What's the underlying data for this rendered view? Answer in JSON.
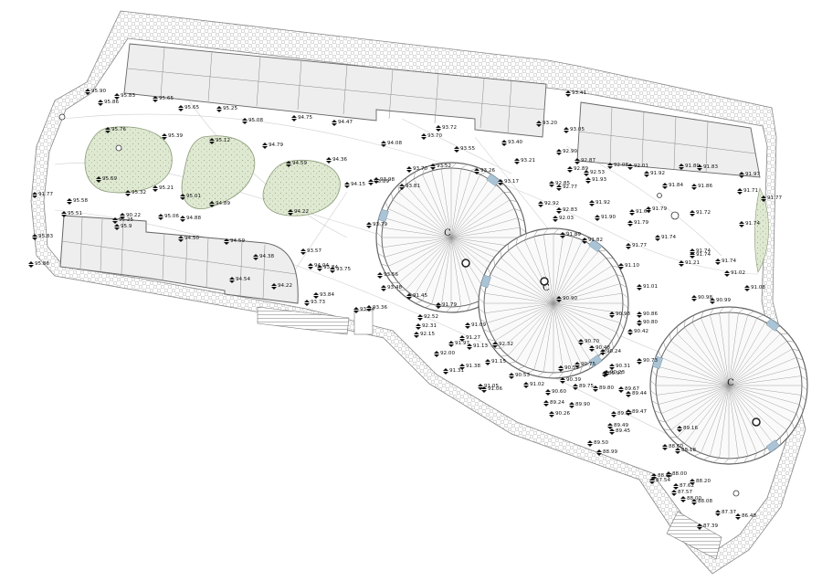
{
  "plan": {
    "colors": {
      "line": "#7a7a7a",
      "hatch": "#b8b8b8",
      "green": "#dfe9d2",
      "glass": "#eeeeee",
      "accent": "#aac4d6"
    },
    "circle_labels": [
      "C",
      "C",
      "C"
    ],
    "levels": [
      {
        "t": "95.90"
      },
      {
        "t": "95.86"
      },
      {
        "t": "95.83"
      },
      {
        "t": "95.65"
      },
      {
        "t": "95.65"
      },
      {
        "t": "95.25"
      },
      {
        "t": "95.08"
      },
      {
        "t": "94.75"
      },
      {
        "t": "94.47"
      },
      {
        "t": "93.72"
      },
      {
        "t": "93.20"
      },
      {
        "t": "93.05"
      },
      {
        "t": "93.41"
      },
      {
        "t": "95.76"
      },
      {
        "t": "95.39"
      },
      {
        "t": "95.12"
      },
      {
        "t": "94.79"
      },
      {
        "t": "94.08"
      },
      {
        "t": "93.70"
      },
      {
        "t": "93.55"
      },
      {
        "t": "93.40"
      },
      {
        "t": "92.90"
      },
      {
        "t": "92.87"
      },
      {
        "t": "92.89"
      },
      {
        "t": "92.53"
      },
      {
        "t": "93.21"
      },
      {
        "t": "92.08"
      },
      {
        "t": "92.01"
      },
      {
        "t": "91.92"
      },
      {
        "t": "91.80"
      },
      {
        "t": "91.83"
      },
      {
        "t": "91.97"
      },
      {
        "t": "94.59"
      },
      {
        "t": "94.36"
      },
      {
        "t": "93.89"
      },
      {
        "t": "93.70"
      },
      {
        "t": "93.52"
      },
      {
        "t": "93.26"
      },
      {
        "t": "93.17"
      },
      {
        "t": "92.85"
      },
      {
        "t": "92.77"
      },
      {
        "t": "91.93"
      },
      {
        "t": "91.84"
      },
      {
        "t": "91.86"
      },
      {
        "t": "91.71"
      },
      {
        "t": "91.77"
      },
      {
        "t": "95.69"
      },
      {
        "t": "95.32"
      },
      {
        "t": "95.21"
      },
      {
        "t": "95.01"
      },
      {
        "t": "94.89"
      },
      {
        "t": "94.15"
      },
      {
        "t": "93.98"
      },
      {
        "t": "93.81"
      },
      {
        "t": "92.92"
      },
      {
        "t": "92.83"
      },
      {
        "t": "91.92"
      },
      {
        "t": "91.64"
      },
      {
        "t": "91.79"
      },
      {
        "t": "91.72"
      },
      {
        "t": "91.74"
      },
      {
        "t": "95.58"
      },
      {
        "t": "95.51"
      },
      {
        "t": "90.22"
      },
      {
        "t": "95.25"
      },
      {
        "t": "95.9"
      },
      {
        "t": "95.06"
      },
      {
        "t": "94.88"
      },
      {
        "t": "94.22"
      },
      {
        "t": "93.79"
      },
      {
        "t": "92.03"
      },
      {
        "t": "91.90"
      },
      {
        "t": "91.79"
      },
      {
        "t": "91.74"
      },
      {
        "t": "91.74"
      },
      {
        "t": "95.83"
      },
      {
        "t": "94.50"
      },
      {
        "t": "94.59"
      },
      {
        "t": "94.38"
      },
      {
        "t": "93.57"
      },
      {
        "t": "91.89"
      },
      {
        "t": "91.82"
      },
      {
        "t": "91.77"
      },
      {
        "t": "91.21"
      },
      {
        "t": "91.74"
      },
      {
        "t": "91.74"
      },
      {
        "t": "91.10"
      },
      {
        "t": "91.02"
      },
      {
        "t": "91.08"
      },
      {
        "t": "95.86"
      },
      {
        "t": "94.54"
      },
      {
        "t": "94.22"
      },
      {
        "t": "94.04"
      },
      {
        "t": "93.84"
      },
      {
        "t": "93.75"
      },
      {
        "t": "93.56"
      },
      {
        "t": "91.01"
      },
      {
        "t": "90.98"
      },
      {
        "t": "90.99"
      },
      {
        "t": "90.98"
      },
      {
        "t": "93.84"
      },
      {
        "t": "93.73"
      },
      {
        "t": "93.44"
      },
      {
        "t": "93.36"
      },
      {
        "t": "92.52"
      },
      {
        "t": "92.31"
      },
      {
        "t": "92.15"
      },
      {
        "t": "91.97"
      },
      {
        "t": "90.86"
      },
      {
        "t": "90.80"
      },
      {
        "t": "93.48"
      },
      {
        "t": "91.45"
      },
      {
        "t": "91.79"
      },
      {
        "t": "91.09"
      },
      {
        "t": "91.27"
      },
      {
        "t": "91.13"
      },
      {
        "t": "92.32"
      },
      {
        "t": "92.00"
      },
      {
        "t": "91.15"
      },
      {
        "t": "91.38"
      },
      {
        "t": "91.05"
      },
      {
        "t": "91.02"
      },
      {
        "t": "90.53"
      },
      {
        "t": "90.39"
      },
      {
        "t": "90.24"
      },
      {
        "t": "90.42"
      },
      {
        "t": "90.31"
      },
      {
        "t": "90.23"
      },
      {
        "t": "90.55"
      },
      {
        "t": "90.48"
      },
      {
        "t": "90.70"
      },
      {
        "t": "90.75"
      },
      {
        "t": "90.73"
      },
      {
        "t": "89.97"
      },
      {
        "t": "89.75"
      },
      {
        "t": "89.80"
      },
      {
        "t": "89.67"
      },
      {
        "t": "89.44"
      },
      {
        "t": "89.24"
      },
      {
        "t": "90.26"
      },
      {
        "t": "89.90"
      },
      {
        "t": "89.54"
      },
      {
        "t": "89.47"
      },
      {
        "t": "89.45"
      },
      {
        "t": "89.49"
      },
      {
        "t": "89.16"
      },
      {
        "t": "89.50"
      },
      {
        "t": "88.99"
      },
      {
        "t": "88.60"
      },
      {
        "t": "88.18"
      },
      {
        "t": "88.89"
      },
      {
        "t": "88.00"
      },
      {
        "t": "87.62"
      },
      {
        "t": "87.57"
      },
      {
        "t": "87.54"
      },
      {
        "t": "88.20"
      },
      {
        "t": "88.00"
      },
      {
        "t": "88.08"
      },
      {
        "t": "87.37"
      },
      {
        "t": "87.39"
      },
      {
        "t": "86.48"
      },
      {
        "t": "90.60"
      },
      {
        "t": "91.06"
      },
      {
        "t": "91.31"
      },
      {
        "t": "90.90"
      },
      {
        "t": "91.77"
      }
    ]
  }
}
